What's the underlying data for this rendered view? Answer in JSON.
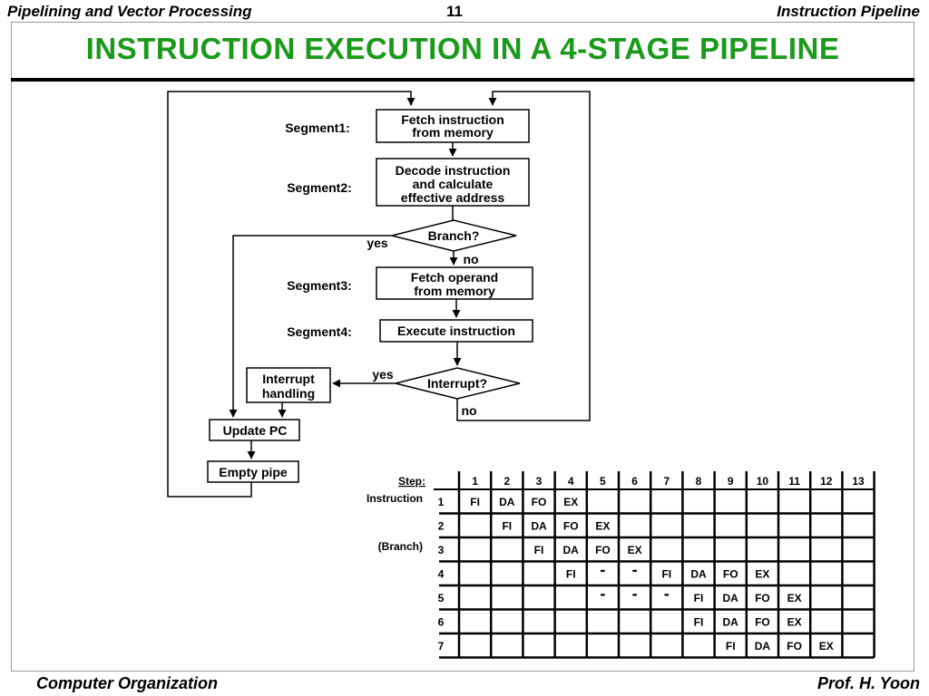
{
  "header": {
    "left": "Pipelining and Vector Processing",
    "page": "11",
    "right": "Instruction Pipeline"
  },
  "title": "INSTRUCTION  EXECUTION  IN  A  4-STAGE  PIPELINE",
  "footer": {
    "left": "Computer Organization",
    "right": "Prof.  H. Yoon"
  },
  "flowchart": {
    "segments": [
      "Segment1:",
      "Segment2:",
      "Segment3:",
      "Segment4:"
    ],
    "fetch_line1": "Fetch instruction",
    "fetch_line2": "from memory",
    "decode_line1": "Decode instruction",
    "decode_line2": "and calculate",
    "decode_line3": "effective address",
    "branch": "Branch?",
    "yes": "yes",
    "no": "no",
    "operand_line1": "Fetch operand",
    "operand_line2": "from memory",
    "execute": "Execute instruction",
    "interrupt": "Interrupt?",
    "interrupt_handling_line1": "Interrupt",
    "interrupt_handling_line2": "handling",
    "update_pc": "Update PC",
    "empty_pipe": "Empty pipe"
  },
  "table": {
    "step_label": "Step:",
    "steps": [
      "1",
      "2",
      "3",
      "4",
      "5",
      "6",
      "7",
      "8",
      "9",
      "10",
      "11",
      "12",
      "13"
    ],
    "row_labels": [
      "Instruction",
      "",
      "(Branch)",
      "",
      "",
      "",
      ""
    ],
    "instr_nums": [
      "1",
      "2",
      "3",
      "4",
      "5",
      "6",
      "7"
    ],
    "rows": [
      [
        "FI",
        "DA",
        "FO",
        "EX",
        "",
        "",
        "",
        "",
        "",
        "",
        "",
        "",
        ""
      ],
      [
        "",
        "FI",
        "DA",
        "FO",
        "EX",
        "",
        "",
        "",
        "",
        "",
        "",
        "",
        ""
      ],
      [
        "",
        "",
        "FI",
        "DA",
        "FO",
        "EX",
        "",
        "",
        "",
        "",
        "",
        "",
        ""
      ],
      [
        "",
        "",
        "",
        "FI",
        "-",
        "-",
        "FI",
        "DA",
        "FO",
        "EX",
        "",
        "",
        ""
      ],
      [
        "",
        "",
        "",
        "",
        "-",
        "-",
        "-",
        "FI",
        "DA",
        "FO",
        "EX",
        "",
        ""
      ],
      [
        "",
        "",
        "",
        "",
        "",
        "",
        "",
        "FI",
        "DA",
        "FO",
        "EX",
        "",
        ""
      ],
      [
        "",
        "",
        "",
        "",
        "",
        "",
        "",
        "",
        "FI",
        "DA",
        "FO",
        "EX",
        ""
      ]
    ]
  }
}
